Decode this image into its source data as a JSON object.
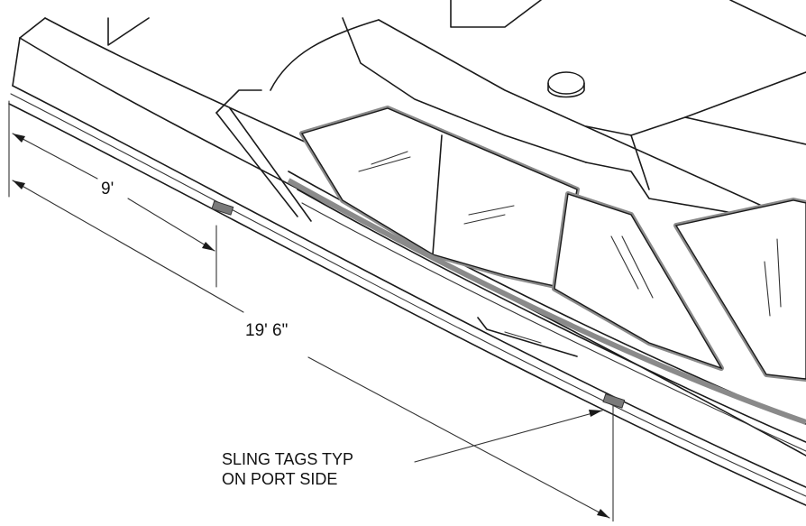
{
  "dimensions": {
    "short_span": "9'",
    "long_span": "19' 6\""
  },
  "callout": {
    "line1": "SLING TAGS TYP",
    "line2": "ON PORT SIDE"
  },
  "colors": {
    "line": "#1a1a1a",
    "frame": "#8a8a8a",
    "sling_tag": "#7a7a7a"
  }
}
